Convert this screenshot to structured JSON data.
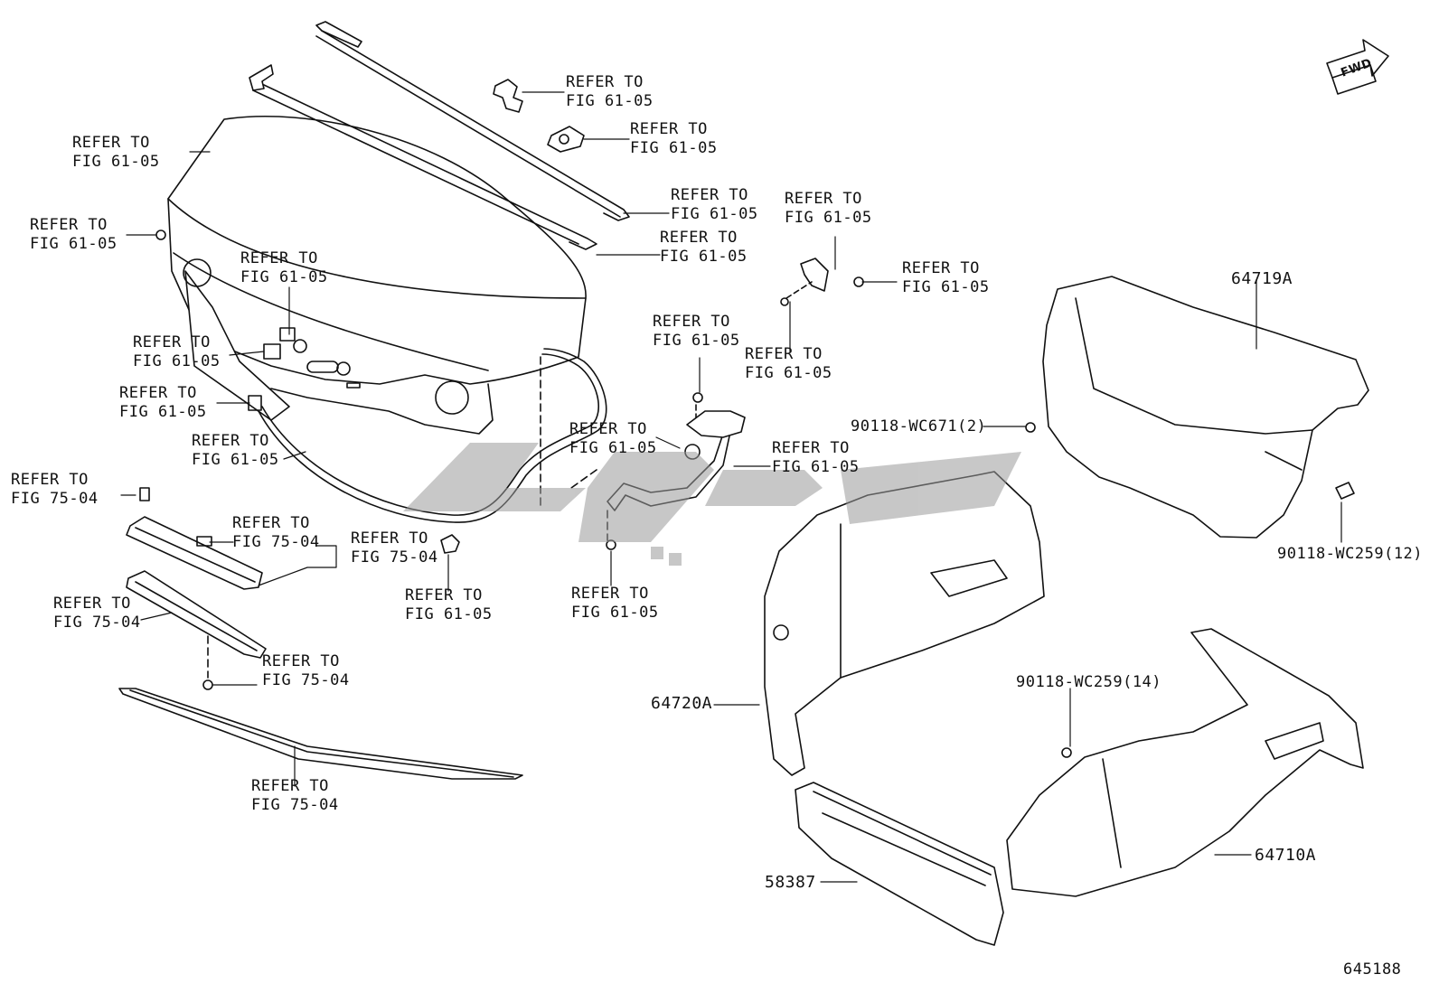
{
  "callouts": {
    "c1": {
      "line1": "REFER TO",
      "line2": "FIG 61-05"
    },
    "c2": {
      "line1": "REFER TO",
      "line2": "FIG 61-05"
    },
    "c3": {
      "line1": "REFER TO",
      "line2": "FIG 61-05"
    },
    "c4": {
      "line1": "REFER TO",
      "line2": "FIG 61-05"
    },
    "c5": {
      "line1": "REFER TO",
      "line2": "FIG 61-05"
    },
    "c6": {
      "line1": "REFER TO",
      "line2": "FIG 61-05"
    },
    "c7": {
      "line1": "REFER TO",
      "line2": "FIG 61-05"
    },
    "c8": {
      "line1": "REFER TO",
      "line2": "FIG 61-05"
    },
    "c9": {
      "line1": "REFER TO",
      "line2": "FIG 61-05"
    },
    "c10": {
      "line1": "REFER TO",
      "line2": "FIG 61-05"
    },
    "c11": {
      "line1": "REFER TO",
      "line2": "FIG 61-05"
    },
    "c12": {
      "line1": "REFER TO",
      "line2": "FIG 61-05"
    },
    "c13": {
      "line1": "REFER TO",
      "line2": "FIG 61-05"
    },
    "c14": {
      "line1": "REFER TO",
      "line2": "FIG 61-05"
    },
    "c15": {
      "line1": "REFER TO",
      "line2": "FIG 61-05"
    },
    "c16": {
      "line1": "REFER TO",
      "line2": "FIG 61-05"
    },
    "c17": {
      "line1": "REFER TO",
      "line2": "FIG 61-05"
    },
    "c18": {
      "line1": "REFER TO",
      "line2": "FIG 61-05"
    },
    "c19": {
      "line1": "REFER TO",
      "line2": "FIG 75-04"
    },
    "c20": {
      "line1": "REFER TO",
      "line2": "FIG 75-04"
    },
    "c21": {
      "line1": "REFER TO",
      "line2": "FIG 75-04"
    },
    "c22": {
      "line1": "REFER TO",
      "line2": "FIG 75-04"
    },
    "c23": {
      "line1": "REFER TO",
      "line2": "FIG 75-04"
    },
    "c24": {
      "line1": "REFER TO",
      "line2": "FIG 75-04"
    }
  },
  "part_numbers": {
    "p64719A": "64719A",
    "p64720A": "64720A",
    "p64710A": "64710A",
    "p58387": "58387",
    "p90118_wc671": "90118-WC671(2)",
    "p90118_wc259_12": "90118-WC259(12)",
    "p90118_wc259_14": "90118-WC259(14)"
  },
  "fwd_label": "FWD",
  "figure_id": "645188",
  "colors": {
    "line": "#111111",
    "watermark": "#9a9a9a"
  }
}
